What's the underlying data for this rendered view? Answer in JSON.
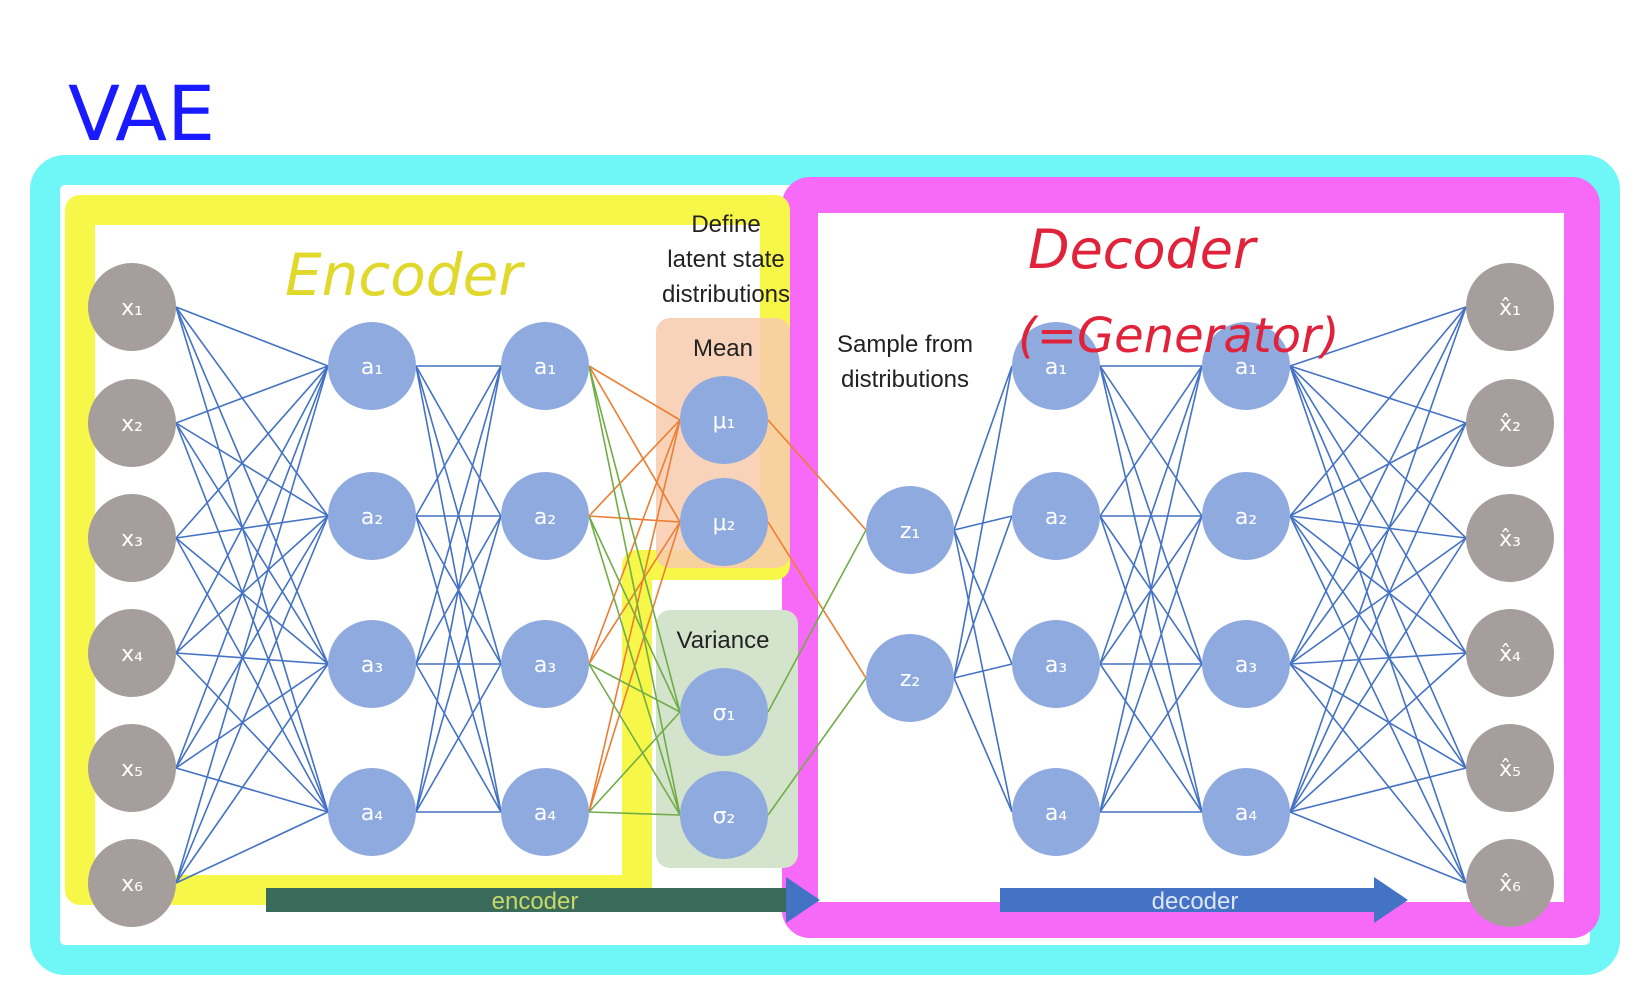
{
  "annotations": {
    "vae": "VAE",
    "encoder": "Encoder",
    "decoder": "Decoder",
    "generator": "(=Generator)"
  },
  "labels": {
    "define_line1": "Define",
    "define_line2": "latent state",
    "define_line3": "distributions",
    "mean": "Mean",
    "variance": "Variance",
    "sample_line1": "Sample from",
    "sample_line2": "distributions",
    "encoder_arrow": "encoder",
    "decoder_arrow": "decoder"
  },
  "nodes": {
    "input": [
      "x₁",
      "x₂",
      "x₃",
      "x₄",
      "x₅",
      "x₆"
    ],
    "enc1": [
      "a₁",
      "a₂",
      "a₃",
      "a₄"
    ],
    "enc2": [
      "a₁",
      "a₂",
      "a₃",
      "a₄"
    ],
    "mu": [
      "μ₁",
      "μ₂"
    ],
    "sigma": [
      "σ₁",
      "σ₂"
    ],
    "z": [
      "z₁",
      "z₂"
    ],
    "dec1": [
      "a₁",
      "a₂",
      "a₃",
      "a₄"
    ],
    "dec2": [
      "a₁",
      "a₂",
      "a₃",
      "a₄"
    ],
    "output": [
      "x̂₁",
      "x̂₂",
      "x̂₃",
      "x̂₄",
      "x̂₅",
      "x̂₆"
    ]
  },
  "colors": {
    "annotation_vae": "#1a1aff",
    "annotation_encoder": "#e0d82a",
    "annotation_decoder": "#e0233a",
    "highlight_cyan": "#6ff7f7",
    "highlight_yellow": "#f7f74a",
    "highlight_magenta": "#f76af7",
    "gray_node": "#a59e9c",
    "blue_node": "#8eaadf",
    "blue_edge": "#4472c4",
    "orange_edge": "#ed7d31",
    "green_edge": "#70ad47",
    "mean_box": "#f8cbad",
    "variance_box": "#d4e3cc",
    "arrow_dark": "#3a6a5a",
    "arrow_blue": "#4472c4"
  }
}
